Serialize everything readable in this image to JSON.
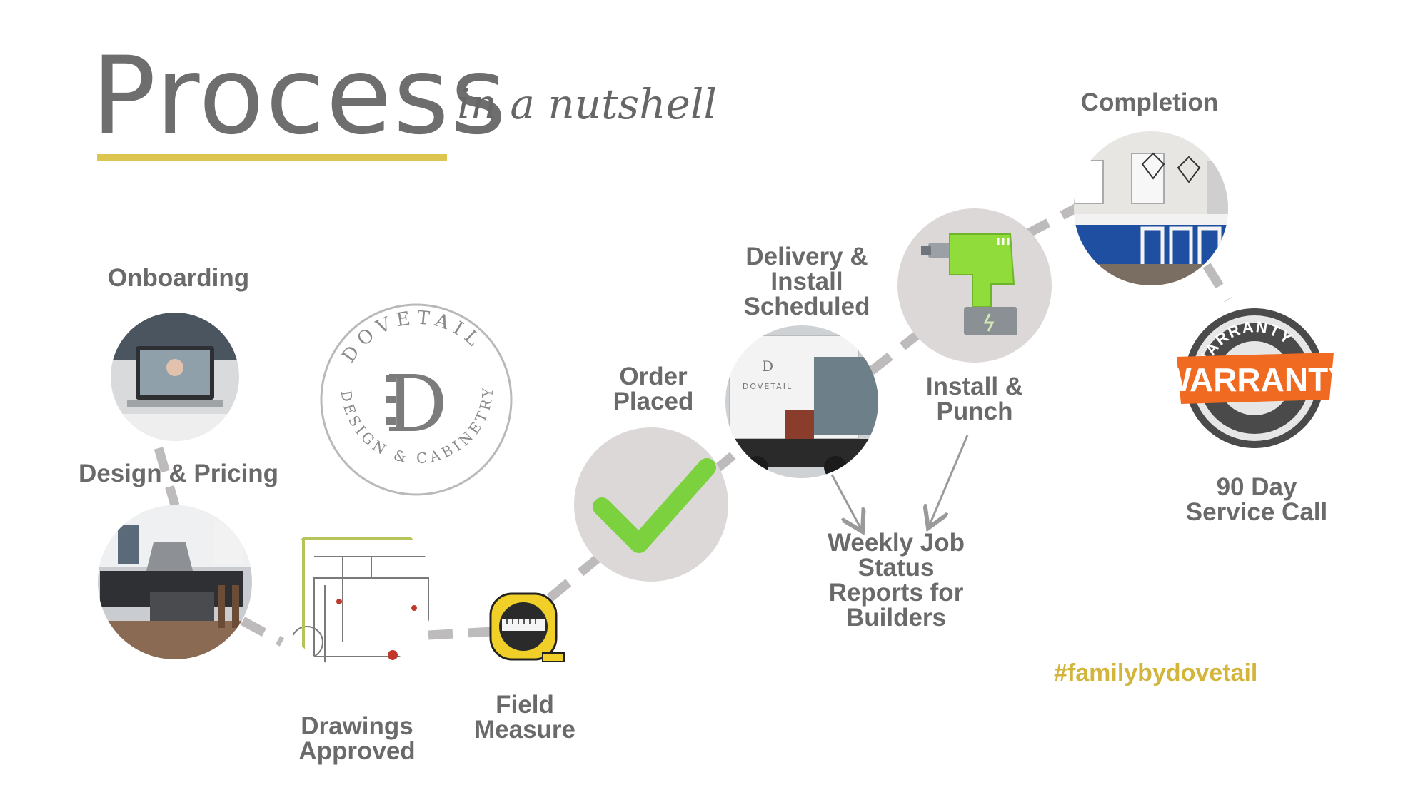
{
  "title": "Process",
  "subtitle": "in a nutshell",
  "logo": {
    "brand_top": "DOVETAIL",
    "brand_bottom": "DESIGN & CABINETRY",
    "monogram": "D"
  },
  "steps": {
    "onboarding": "Onboarding",
    "design_pricing": "Design & Pricing",
    "drawings_approved": "Drawings\nApproved",
    "field_measure": "Field\nMeasure",
    "order_placed": "Order\nPlaced",
    "delivery_install": "Delivery &\nInstall\nScheduled",
    "install_punch": "Install &\nPunch",
    "completion": "Completion",
    "weekly_reports": "Weekly Job\nStatus\nReports for\nBuilders",
    "service_call": "90 Day\nService Call"
  },
  "truck_brand": "DOVETAIL",
  "warranty": {
    "ring_text": "WARRANTY",
    "banner_text": "WARRANTY"
  },
  "hashtag": "#familybydovetail",
  "colors": {
    "accent_yellow": "#dcc650",
    "hashtag": "#d2b53a",
    "dash": "#bdbbbb",
    "check": "#7cd23e",
    "drill": "#8fdc3a",
    "warranty_orange": "#f06a22"
  }
}
